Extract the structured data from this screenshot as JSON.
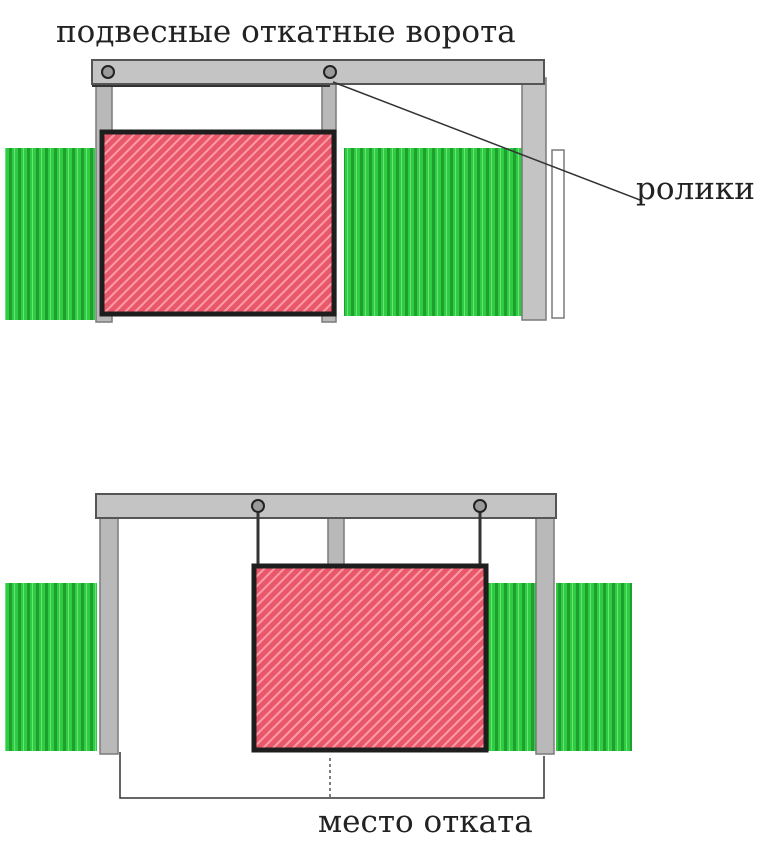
{
  "labels": {
    "title": "подвесные откатные ворота",
    "rollers": "ролики",
    "rollback": "место отката"
  },
  "colors": {
    "fence": "#2ecc40",
    "fence_stripe": "#1fa02e",
    "gate": "#e8586a",
    "gate_hatch": "#ff9aa8",
    "post": "#b9b9b9",
    "post_edge": "#7a7a7a",
    "beam": "#c4c4c4",
    "frame": "#1e1e1e"
  }
}
